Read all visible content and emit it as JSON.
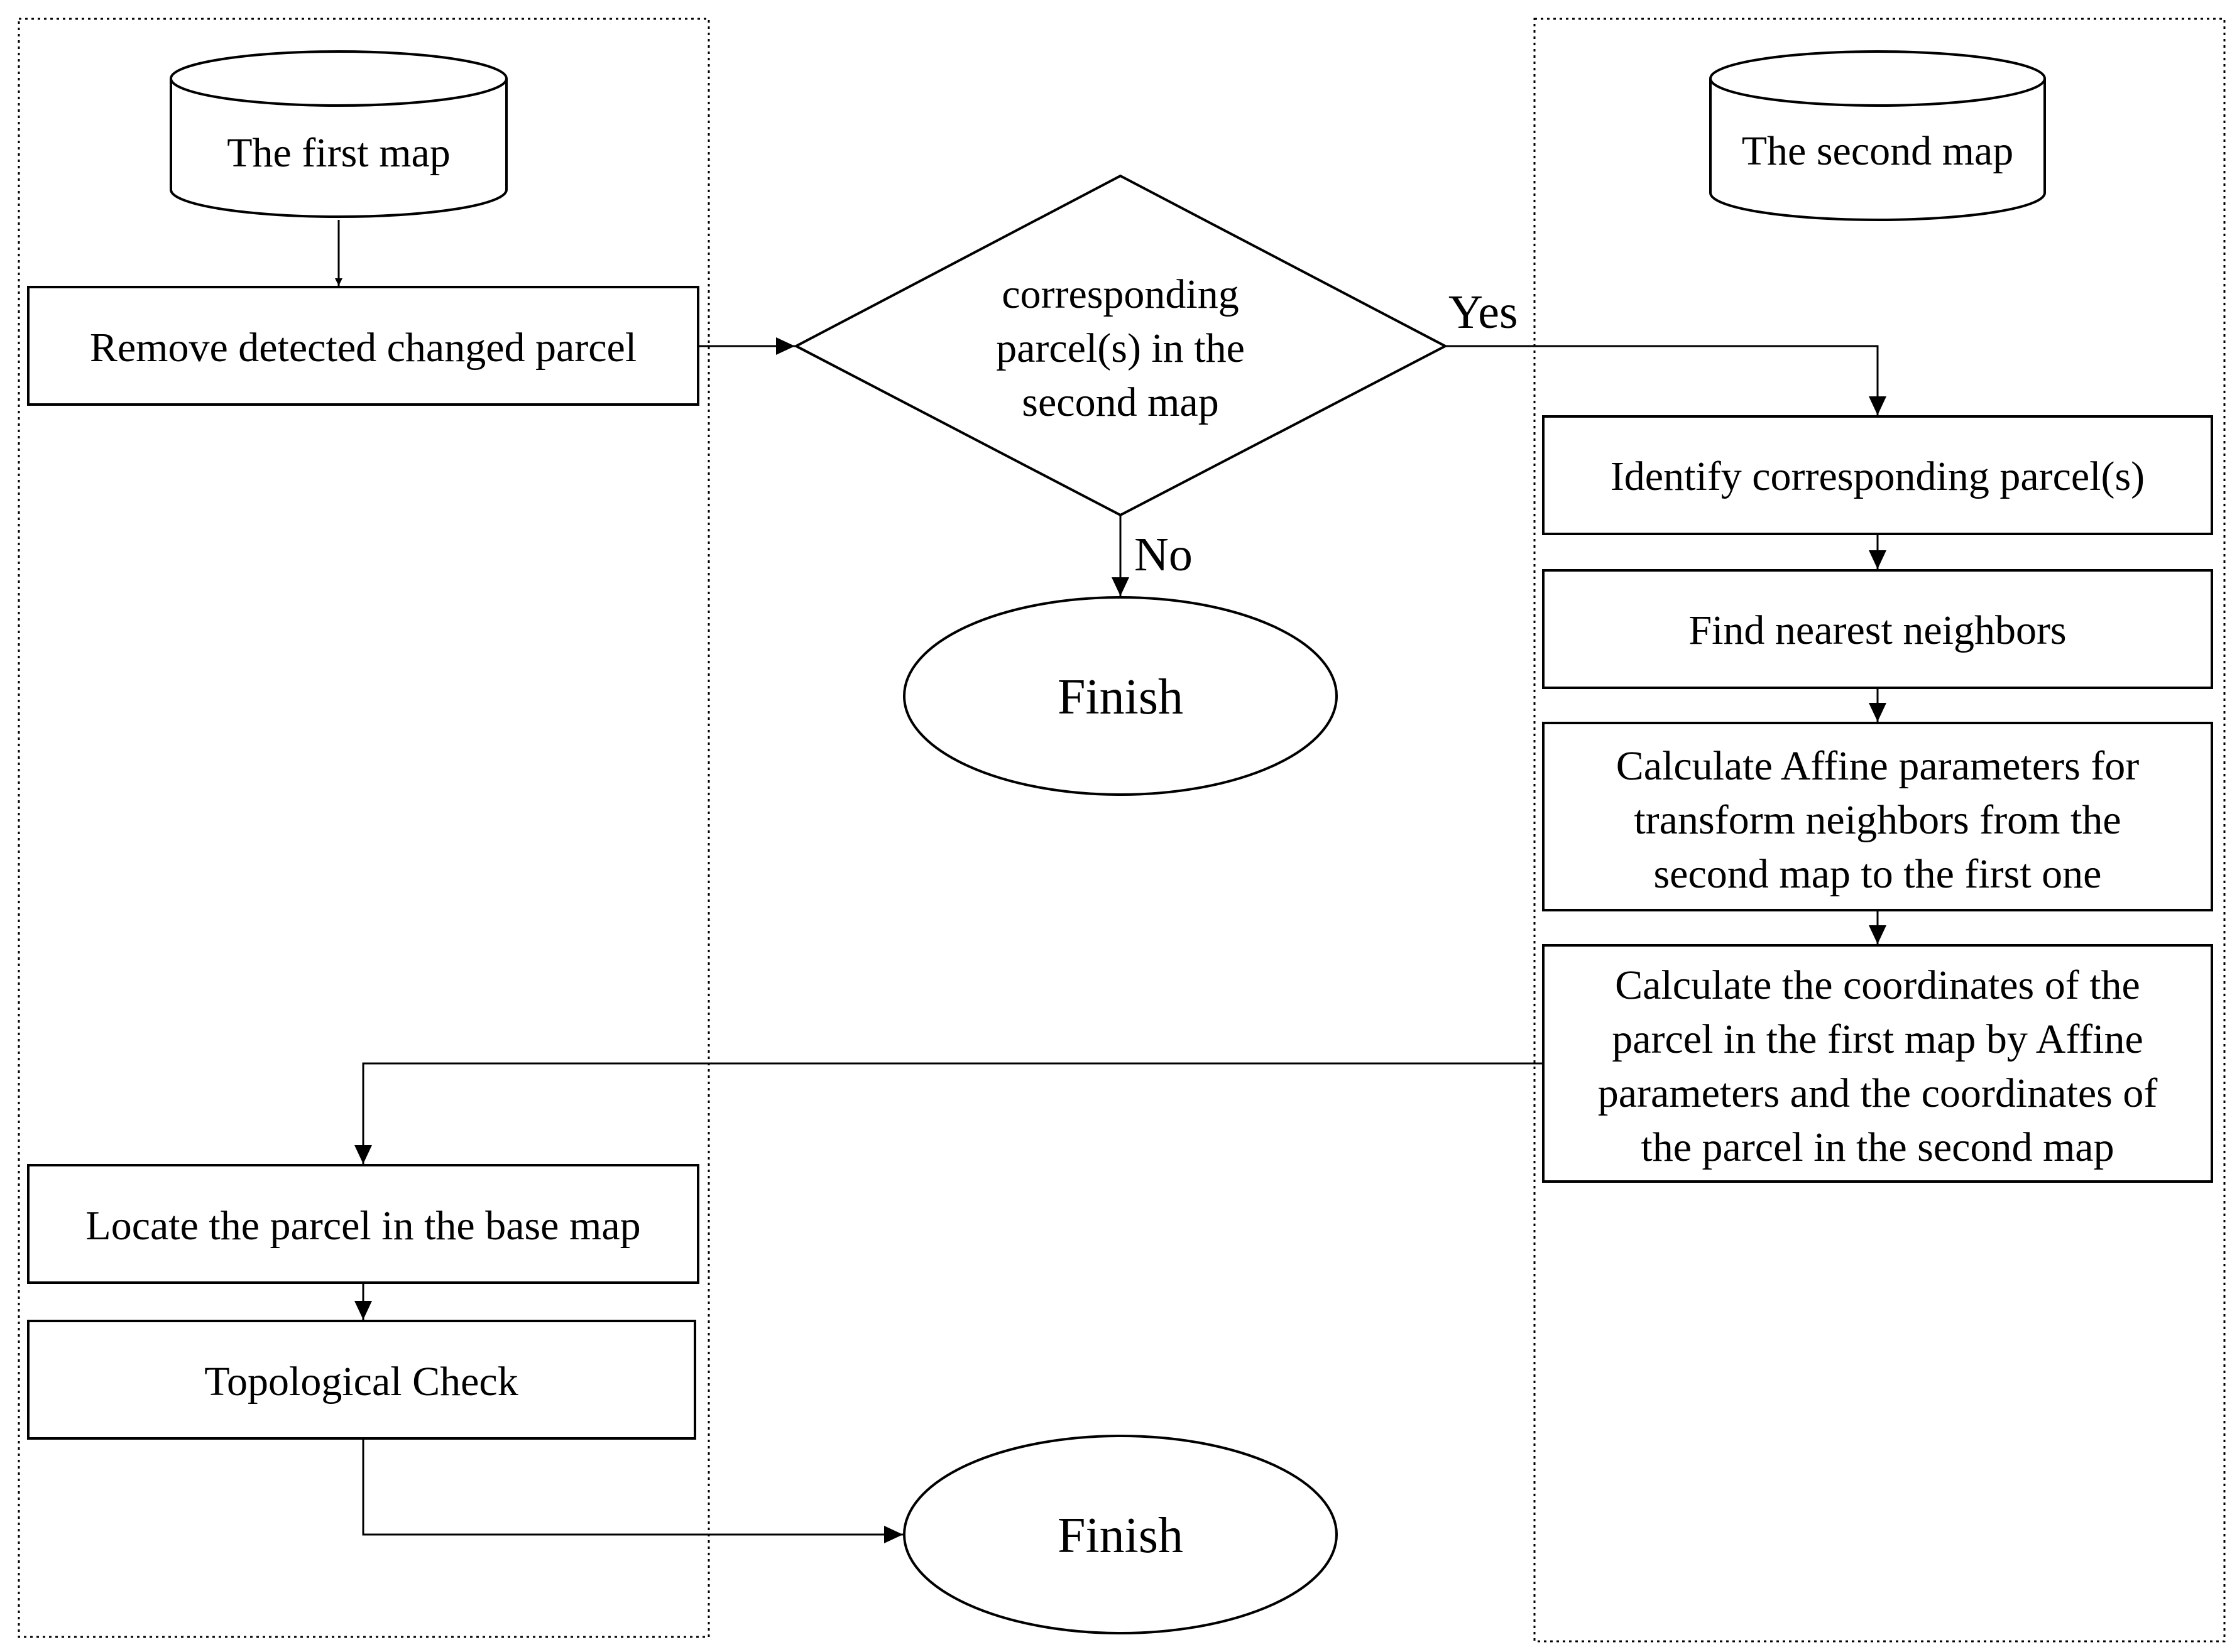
{
  "colors": {
    "stroke": "#000000",
    "background": "#ffffff"
  },
  "left_panel": {
    "database": "The first map",
    "steps": [
      "Remove detected changed parcel",
      "Locate the parcel in the base map",
      "Topological Check"
    ]
  },
  "right_panel": {
    "database": "The second map",
    "steps": [
      [
        "Identify corresponding parcel(s)"
      ],
      [
        "Find nearest neighbors"
      ],
      [
        "Calculate Affine parameters for",
        "transform neighbors from the",
        "second map to the first one"
      ],
      [
        "Calculate the coordinates of the",
        "parcel in the first map by Affine",
        "parameters and the coordinates of",
        "the parcel in the second map"
      ]
    ]
  },
  "decision": {
    "lines": [
      "corresponding",
      "parcel(s) in the",
      "second map"
    ],
    "yes_label": "Yes",
    "no_label": "No"
  },
  "terminals": {
    "finish_top": "Finish",
    "finish_bottom": "Finish"
  }
}
